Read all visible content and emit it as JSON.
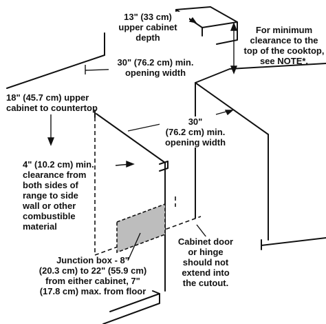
{
  "labels": {
    "upper_depth": "13\" (33 cm)\nupper cabinet\ndepth",
    "min_clearance_note": "For minimum\nclearance to the\ntop of the cooktop,\nsee NOTE*.",
    "upper_opening": "30\" (76.2 cm) min.\nopening width",
    "upper_to_countertop": "18\" (45.7 cm) upper\ncabinet to countertop",
    "lower_opening": "30\"\n(76.2 cm) min.\nopening width",
    "side_clearance": "4\" (10.2 cm) min.\nclearance from\nboth sides of\nrange to side\nwall or other\ncombustible\nmaterial",
    "junction_box": "Junction box - 8\"\n(20.3 cm) to 22\" (55.9 cm)\nfrom either cabinet, 7\"\n(17.8 cm) max. from floor",
    "cabinet_door": "Cabinet door\nor hinge\nshould not\nextend into\nthe cutout."
  },
  "colors": {
    "line": "#111111",
    "junction_box_fill": "#bdbdbd"
  }
}
